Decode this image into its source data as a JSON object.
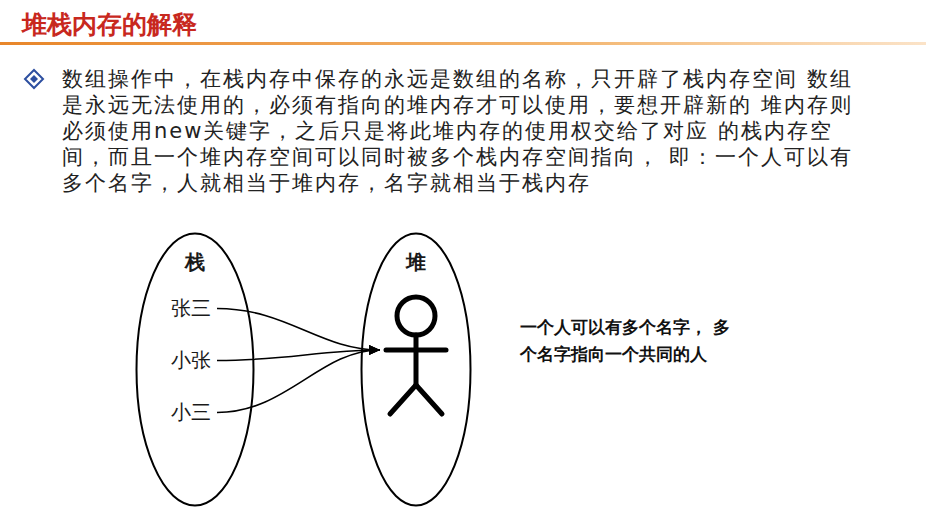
{
  "diagram": {
    "title": "堆栈内存的解释",
    "nodes": [
      {
        "text": [
          "栈"
        ]
      },
      {
        "text": [
          "张三"
        ],
        "in": 0
      },
      {
        "text": [
          "小张"
        ],
        "in": 0
      },
      {
        "text": [
          "小三"
        ],
        "in": 0
      },
      {
        "text": [
          "堆"
        ]
      }
    ],
    "edges": [
      {
        "from": 1,
        "to": 4,
        "arrow": "to"
      },
      {
        "from": 2,
        "to": 4,
        "arrow": "to"
      },
      {
        "from": 3,
        "to": 4,
        "arrow": "to"
      }
    ],
    "labels": [
      "数组操作中，在栈内存中保存的永远是数组的名称，只开辟了栈内存空间 数组是永远无法使用的，必须有指向的堆内存才可以使用，要想开辟新的 堆内存则必须使用new关键字，之后只是将此堆内存的使用权交给了对应 的栈内存空间，而且一个堆内存空间可以同时被多个栈内存空间指向， 即：一个人可以有多个名字，人就相当于堆内存，名字就相当于栈内存",
      "一个人可以有多个名字， 多个名字指向一个共同的人"
    ]
  }
}
